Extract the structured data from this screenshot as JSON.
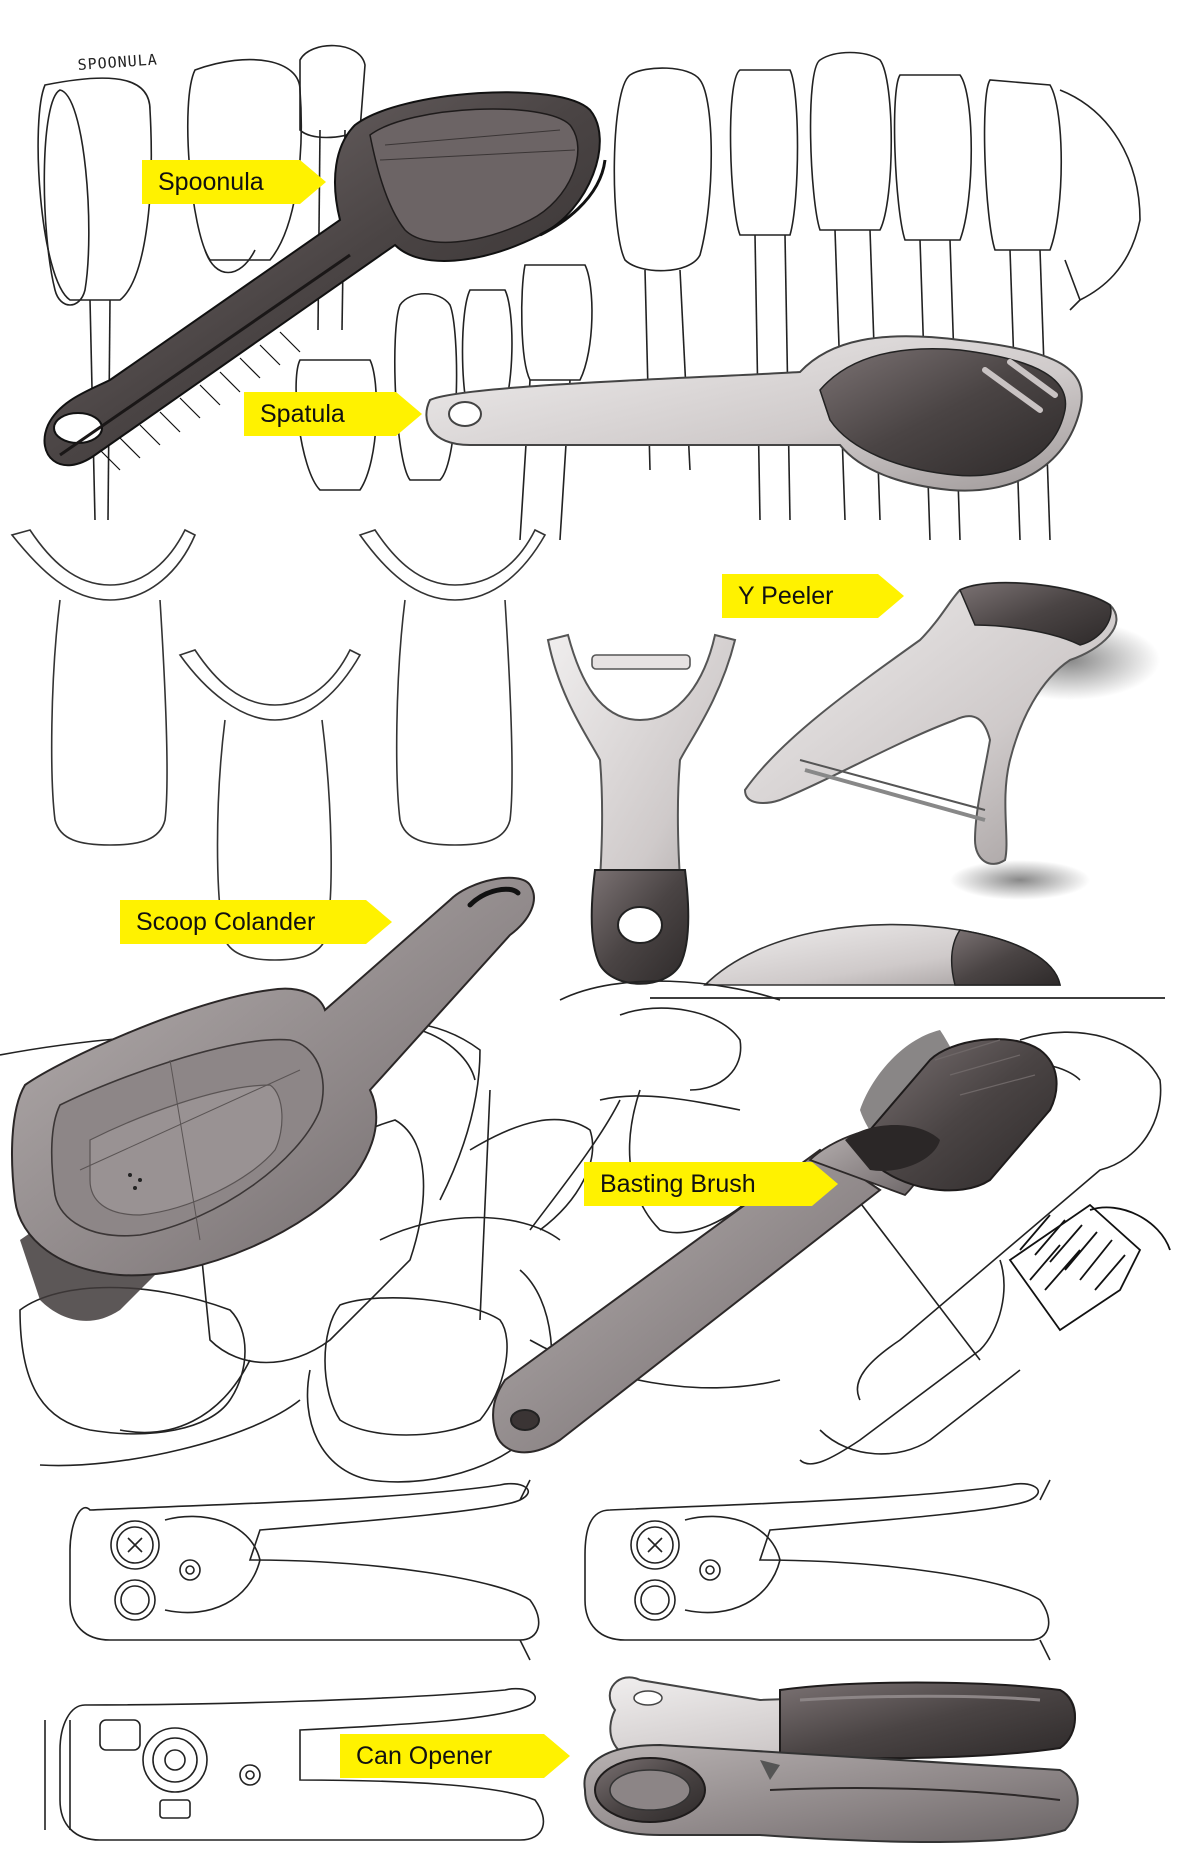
{
  "sketch_note": "SPOONULA",
  "labels": {
    "spoonula": "Spoonula",
    "spatula": "Spatula",
    "y_peeler": "Y Peeler",
    "scoop_colander": "Scoop Colander",
    "basting_brush": "Basting Brush",
    "can_opener": "Can Opener"
  },
  "colors": {
    "label_fill": "#fff200",
    "ink": "#222222",
    "dark_render": "#4a4444",
    "mid_render": "#8c8586",
    "light_render": "#d6d2d2"
  }
}
